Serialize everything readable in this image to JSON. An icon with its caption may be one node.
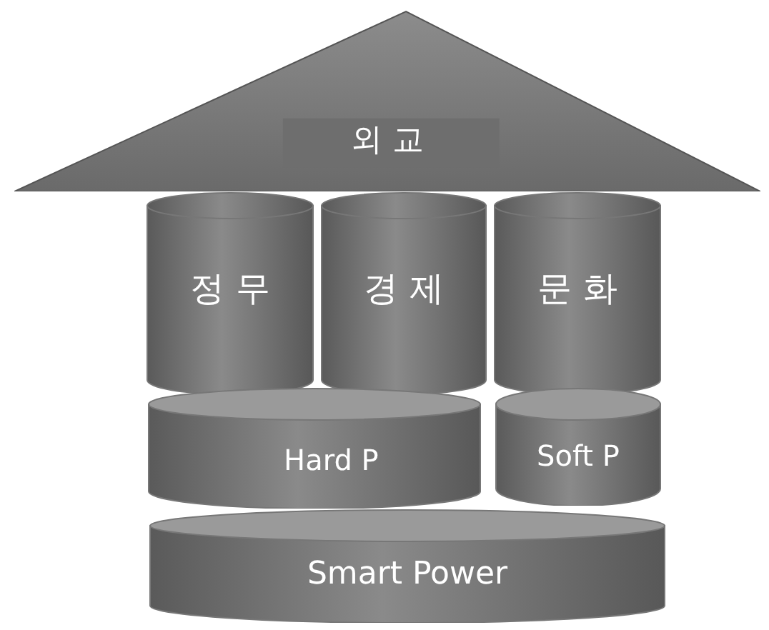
{
  "diagram": {
    "nodes": [
      {
        "text": [
          "외 교"
        ]
      },
      {
        "text": [
          "정 무"
        ]
      },
      {
        "text": [
          "경 제"
        ]
      },
      {
        "text": [
          "문 화"
        ]
      },
      {
        "text": [
          "Hard P"
        ]
      },
      {
        "text": [
          "Soft P"
        ]
      },
      {
        "text": [
          "Smart Power"
        ]
      }
    ]
  }
}
